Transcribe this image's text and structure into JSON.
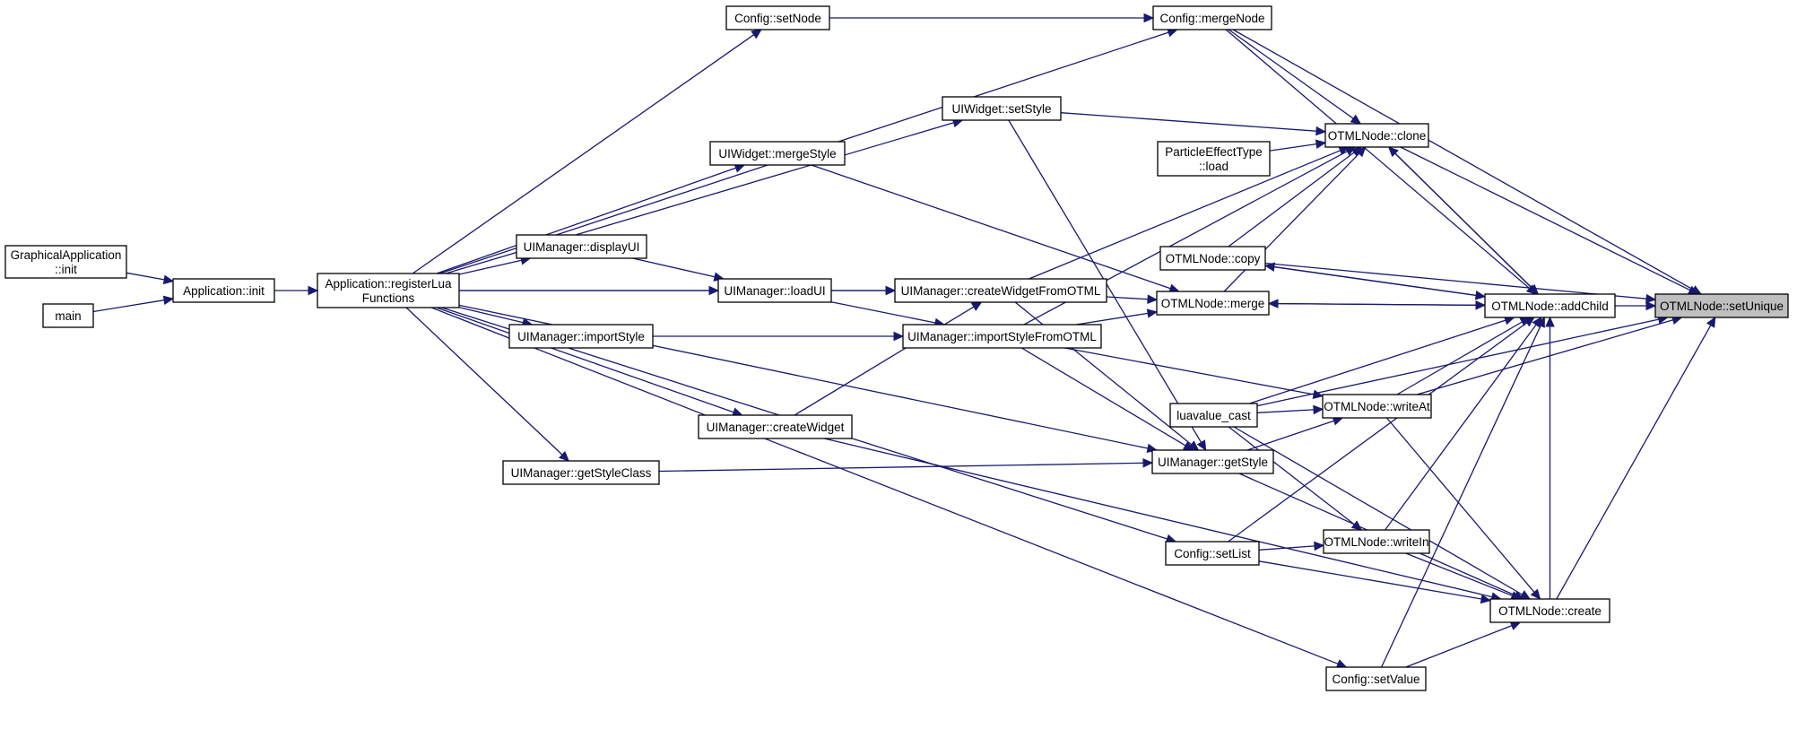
{
  "diagram": {
    "kind": "caller-graph",
    "edge_color": "#191970",
    "highlight_color": "#bfbfbf",
    "nodes": [
      {
        "id": "graphical_app_init",
        "lines": [
          "GraphicalApplication",
          "::init"
        ],
        "interactable": true
      },
      {
        "id": "main",
        "lines": [
          "main"
        ],
        "interactable": true
      },
      {
        "id": "app_init",
        "lines": [
          "Application::init"
        ],
        "interactable": true
      },
      {
        "id": "register_lua",
        "lines": [
          "Application::registerLua",
          "Functions"
        ],
        "interactable": true
      },
      {
        "id": "config_setnode",
        "lines": [
          "Config::setNode"
        ],
        "interactable": true
      },
      {
        "id": "uiwidget_setstyle",
        "lines": [
          "UIWidget::setStyle"
        ],
        "interactable": true
      },
      {
        "id": "uiwidget_mergestyle",
        "lines": [
          "UIWidget::mergeStyle"
        ],
        "interactable": true
      },
      {
        "id": "uimanager_displayui",
        "lines": [
          "UIManager::displayUI"
        ],
        "interactable": true
      },
      {
        "id": "uimanager_loadui",
        "lines": [
          "UIManager::loadUI"
        ],
        "interactable": true
      },
      {
        "id": "uimanager_importstyle",
        "lines": [
          "UIManager::importStyle"
        ],
        "interactable": true
      },
      {
        "id": "uimanager_createwidget",
        "lines": [
          "UIManager::createWidget"
        ],
        "interactable": true
      },
      {
        "id": "uimanager_getstyleclass",
        "lines": [
          "UIManager::getStyleClass"
        ],
        "interactable": true
      },
      {
        "id": "uimanager_createwidgetfromotml",
        "lines": [
          "UIManager::createWidgetFromOTML"
        ],
        "interactable": true
      },
      {
        "id": "uimanager_importstylefromotml",
        "lines": [
          "UIManager::importStyleFromOTML"
        ],
        "interactable": true
      },
      {
        "id": "config_mergenode",
        "lines": [
          "Config::mergeNode"
        ],
        "interactable": true
      },
      {
        "id": "particle_load",
        "lines": [
          "ParticleEffectType",
          "::load"
        ],
        "interactable": true
      },
      {
        "id": "otml_copy",
        "lines": [
          "OTMLNode::copy"
        ],
        "interactable": true
      },
      {
        "id": "otml_merge",
        "lines": [
          "OTMLNode::merge"
        ],
        "interactable": true
      },
      {
        "id": "luavalue_cast",
        "lines": [
          "luavalue_cast"
        ],
        "interactable": true
      },
      {
        "id": "uimanager_getstyle",
        "lines": [
          "UIManager::getStyle"
        ],
        "interactable": true
      },
      {
        "id": "config_setlist",
        "lines": [
          "Config::setList"
        ],
        "interactable": true
      },
      {
        "id": "otml_clone",
        "lines": [
          "OTMLNode::clone"
        ],
        "interactable": true
      },
      {
        "id": "otml_writeat",
        "lines": [
          "OTMLNode::writeAt"
        ],
        "interactable": true
      },
      {
        "id": "otml_writein",
        "lines": [
          "OTMLNode::writeIn"
        ],
        "interactable": true
      },
      {
        "id": "config_setvalue",
        "lines": [
          "Config::setValue"
        ],
        "interactable": true
      },
      {
        "id": "otml_addchild",
        "lines": [
          "OTMLNode::addChild"
        ],
        "interactable": true
      },
      {
        "id": "otml_create",
        "lines": [
          "OTMLNode::create"
        ],
        "interactable": true
      },
      {
        "id": "otml_setunique",
        "lines": [
          "OTMLNode::setUnique"
        ],
        "interactable": false,
        "highlight": true
      }
    ],
    "edges": [
      {
        "from": "graphical_app_init",
        "to": "app_init"
      },
      {
        "from": "main",
        "to": "app_init"
      },
      {
        "from": "app_init",
        "to": "register_lua"
      },
      {
        "from": "register_lua",
        "to": "config_setnode"
      },
      {
        "from": "register_lua",
        "to": "config_mergenode"
      },
      {
        "from": "register_lua",
        "to": "uiwidget_setstyle"
      },
      {
        "from": "register_lua",
        "to": "uiwidget_mergestyle"
      },
      {
        "from": "register_lua",
        "to": "uimanager_displayui"
      },
      {
        "from": "register_lua",
        "to": "uimanager_loadui"
      },
      {
        "from": "register_lua",
        "to": "uimanager_importstyle"
      },
      {
        "from": "register_lua",
        "to": "uimanager_createwidget"
      },
      {
        "from": "register_lua",
        "to": "uimanager_getstyleclass"
      },
      {
        "from": "register_lua",
        "to": "uimanager_createwidgetfromotml"
      },
      {
        "from": "register_lua",
        "to": "uimanager_getstyle"
      },
      {
        "from": "register_lua",
        "to": "config_setlist"
      },
      {
        "from": "register_lua",
        "to": "config_setvalue"
      },
      {
        "from": "uimanager_displayui",
        "to": "uimanager_loadui"
      },
      {
        "from": "uimanager_loadui",
        "to": "uimanager_createwidgetfromotml"
      },
      {
        "from": "uimanager_loadui",
        "to": "uimanager_importstylefromotml"
      },
      {
        "from": "uimanager_importstyle",
        "to": "uimanager_importstylefromotml"
      },
      {
        "from": "uimanager_createwidget",
        "to": "uimanager_createwidgetfromotml"
      },
      {
        "from": "uimanager_getstyleclass",
        "to": "uimanager_getstyle"
      },
      {
        "from": "config_setnode",
        "to": "config_mergenode"
      },
      {
        "from": "uiwidget_setstyle",
        "to": "otml_clone"
      },
      {
        "from": "uiwidget_setstyle",
        "to": "uimanager_getstyle"
      },
      {
        "from": "uiwidget_mergestyle",
        "to": "otml_merge"
      },
      {
        "from": "uimanager_createwidgetfromotml",
        "to": "otml_clone"
      },
      {
        "from": "uimanager_createwidgetfromotml",
        "to": "otml_merge"
      },
      {
        "from": "uimanager_createwidgetfromotml",
        "to": "uimanager_getstyle"
      },
      {
        "from": "uimanager_importstylefromotml",
        "to": "otml_clone"
      },
      {
        "from": "uimanager_importstylefromotml",
        "to": "otml_merge"
      },
      {
        "from": "uimanager_importstylefromotml",
        "to": "uimanager_getstyle"
      },
      {
        "from": "uimanager_importstylefromotml",
        "to": "otml_writeat"
      },
      {
        "from": "config_mergenode",
        "to": "otml_clone"
      },
      {
        "from": "config_mergenode",
        "to": "otml_addchild"
      },
      {
        "from": "config_mergenode",
        "to": "otml_setunique"
      },
      {
        "from": "particle_load",
        "to": "otml_clone"
      },
      {
        "from": "otml_copy",
        "to": "otml_clone"
      },
      {
        "from": "otml_merge",
        "to": "otml_clone"
      },
      {
        "from": "otml_copy",
        "to": "otml_addchild"
      },
      {
        "from": "otml_merge",
        "to": "otml_addchild"
      },
      {
        "from": "uimanager_getstyle",
        "to": "otml_writeat"
      },
      {
        "from": "uimanager_getstyle",
        "to": "otml_create"
      },
      {
        "from": "luavalue_cast",
        "to": "otml_writeat"
      },
      {
        "from": "luavalue_cast",
        "to": "otml_writein"
      },
      {
        "from": "luavalue_cast",
        "to": "otml_create"
      },
      {
        "from": "luavalue_cast",
        "to": "otml_addchild"
      },
      {
        "from": "luavalue_cast",
        "to": "otml_setunique"
      },
      {
        "from": "config_setlist",
        "to": "otml_writein"
      },
      {
        "from": "config_setlist",
        "to": "otml_create"
      },
      {
        "from": "config_setlist",
        "to": "otml_addchild"
      },
      {
        "from": "config_setvalue",
        "to": "otml_create"
      },
      {
        "from": "config_setvalue",
        "to": "otml_addchild"
      },
      {
        "from": "uimanager_createwidget",
        "to": "otml_create"
      },
      {
        "from": "otml_clone",
        "to": "otml_addchild"
      },
      {
        "from": "otml_addchild",
        "to": "otml_clone"
      },
      {
        "from": "otml_addchild",
        "to": "otml_copy"
      },
      {
        "from": "otml_addchild",
        "to": "otml_merge"
      },
      {
        "from": "otml_clone",
        "to": "otml_setunique"
      },
      {
        "from": "otml_copy",
        "to": "otml_setunique"
      },
      {
        "from": "otml_addchild",
        "to": "otml_setunique"
      },
      {
        "from": "otml_writeat",
        "to": "otml_addchild"
      },
      {
        "from": "otml_writeat",
        "to": "otml_setunique"
      },
      {
        "from": "otml_writeat",
        "to": "otml_create"
      },
      {
        "from": "otml_writein",
        "to": "otml_addchild"
      },
      {
        "from": "otml_writein",
        "to": "otml_create"
      },
      {
        "from": "otml_create",
        "to": "otml_addchild"
      },
      {
        "from": "otml_create",
        "to": "otml_setunique"
      }
    ]
  }
}
